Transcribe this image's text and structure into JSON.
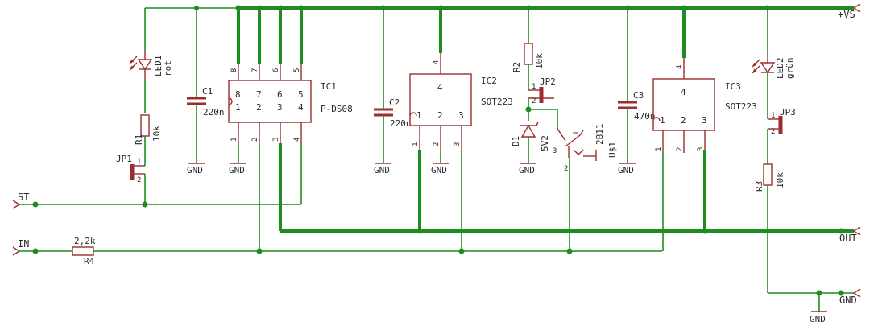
{
  "ports": {
    "vs": "+VS",
    "out": "OUT",
    "gnd": "GND",
    "st": "ST",
    "in": "IN"
  },
  "ic1": {
    "name": "IC1",
    "value": "P-DS08",
    "pins_top": [
      "8",
      "7",
      "6",
      "5"
    ],
    "pins_bottom": [
      "1",
      "2",
      "3",
      "4"
    ]
  },
  "ic2": {
    "name": "IC2",
    "value": "SOT223",
    "pin_top": "4",
    "pins_bottom": [
      "1",
      "2",
      "3"
    ]
  },
  "ic3": {
    "name": "IC3",
    "value": "SOT223",
    "pin_top": "4",
    "pins_bottom": [
      "1",
      "2",
      "3"
    ]
  },
  "c1": {
    "name": "C1",
    "value": "220n"
  },
  "c2": {
    "name": "C2",
    "value": "220n"
  },
  "c3": {
    "name": "C3",
    "value": "470n"
  },
  "r1": {
    "name": "R1",
    "value": "10k"
  },
  "r2": {
    "name": "R2",
    "value": "10k"
  },
  "r3": {
    "name": "R3",
    "value": "10k"
  },
  "r4": {
    "name": "R4",
    "value": "2,2k"
  },
  "led1": {
    "name": "LED1",
    "value": "rot"
  },
  "led2": {
    "name": "LED2",
    "value": "grün"
  },
  "jp1": {
    "name": "JP1"
  },
  "jp2": {
    "name": "JP2"
  },
  "jp3": {
    "name": "JP3"
  },
  "d1": {
    "name": "D1",
    "value": "5V2"
  },
  "sw": {
    "name": "U$1",
    "value": "2B11"
  },
  "gnd": "GND",
  "pin_nums": {
    "one": "1",
    "two": "2",
    "three": "3",
    "four": "4"
  }
}
